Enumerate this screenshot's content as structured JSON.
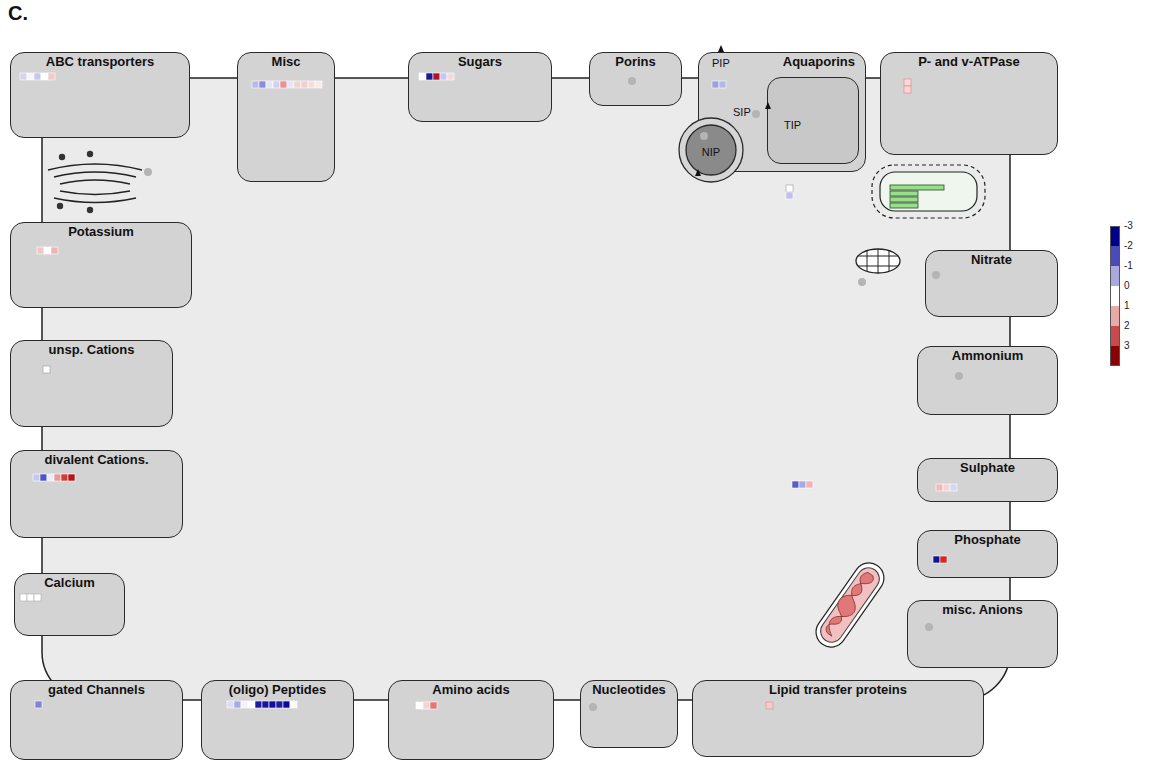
{
  "diagram": {
    "nodes": [
      {
        "text": [
          "ABC transporters"
        ]
      },
      {
        "text": [
          "Misc"
        ]
      },
      {
        "text": [
          "Sugars"
        ]
      },
      {
        "text": [
          "Porins"
        ]
      },
      {
        "text": [
          "Aquaporins"
        ]
      },
      {
        "text": [
          "TIP"
        ],
        "in": 4
      },
      {
        "text": [
          "NIP"
        ],
        "in": 4
      },
      {
        "text": [
          "P- and v-ATPase"
        ]
      },
      {
        "text": [
          "Potassium"
        ]
      },
      {
        "text": [
          "Nitrate"
        ]
      },
      {
        "text": [
          "Ammonium"
        ]
      },
      {
        "text": [
          "unsp. Cations"
        ]
      },
      {
        "text": [
          "divalent Cations."
        ]
      },
      {
        "text": [
          "Sulphate"
        ]
      },
      {
        "text": [
          "Phosphate"
        ]
      },
      {
        "text": [
          "Calcium"
        ]
      },
      {
        "text": [
          "misc. Anions"
        ]
      },
      {
        "text": [
          "gated Channels"
        ]
      },
      {
        "text": [
          "(oligo) Peptides"
        ]
      },
      {
        "text": [
          "Amino acids"
        ]
      },
      {
        "text": [
          "Nucleotides"
        ]
      },
      {
        "text": [
          "Lipid transfer proteins"
        ]
      }
    ],
    "labels": [
      "C.",
      "PIP",
      "SIP"
    ],
    "legend": [
      {
        "text": "-3",
        "color": "#00008b"
      },
      {
        "text": "-2",
        "color": "#4a4ab8"
      },
      {
        "text": "-1",
        "color": "#a9a9e0"
      },
      {
        "text": "0",
        "color": "#ffffff"
      },
      {
        "text": "1",
        "color": "#eaa9a9"
      },
      {
        "text": "2",
        "color": "#c84a4a"
      },
      {
        "text": "3",
        "color": "#8b0000"
      }
    ]
  }
}
